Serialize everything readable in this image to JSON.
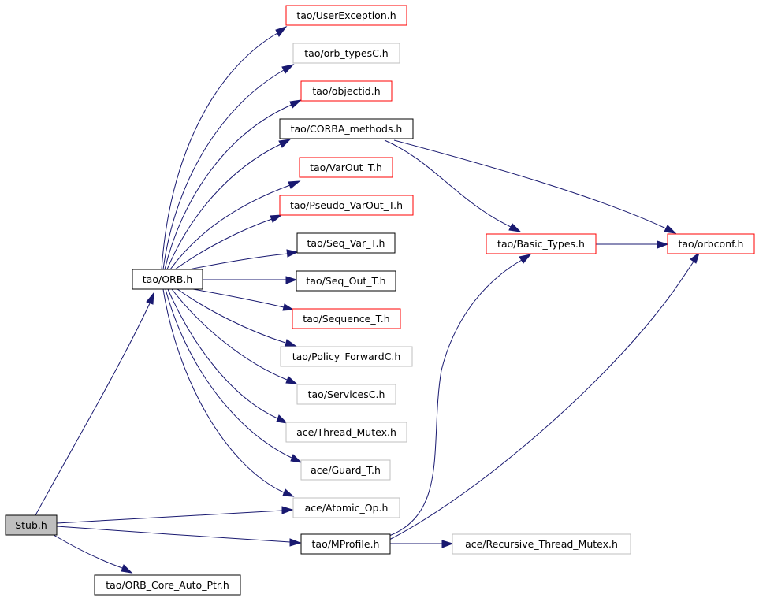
{
  "colors": {
    "edge": "#191970",
    "border_documented": "#000000",
    "border_truncated": "#ff0000",
    "border_undocumented": "#bfbfbf",
    "fill_root": "#bfbfbf",
    "fill_default": "#ffffff"
  },
  "nodes": {
    "stub": {
      "label": "Stub.h",
      "style": "root"
    },
    "orb": {
      "label": "tao/ORB.h",
      "style": "documented"
    },
    "orb_core_auto_ptr": {
      "label": "tao/ORB_Core_Auto_Ptr.h",
      "style": "documented"
    },
    "user_exception": {
      "label": "tao/UserException.h",
      "style": "truncated"
    },
    "orb_types": {
      "label": "tao/orb_typesC.h",
      "style": "undocumented"
    },
    "objectid": {
      "label": "tao/objectid.h",
      "style": "truncated"
    },
    "corba_methods": {
      "label": "tao/CORBA_methods.h",
      "style": "documented"
    },
    "varout": {
      "label": "tao/VarOut_T.h",
      "style": "truncated"
    },
    "pseudo_varout": {
      "label": "tao/Pseudo_VarOut_T.h",
      "style": "truncated"
    },
    "seq_var": {
      "label": "tao/Seq_Var_T.h",
      "style": "documented"
    },
    "seq_out": {
      "label": "tao/Seq_Out_T.h",
      "style": "documented"
    },
    "sequence": {
      "label": "tao/Sequence_T.h",
      "style": "truncated"
    },
    "policy_forward": {
      "label": "tao/Policy_ForwardC.h",
      "style": "undocumented"
    },
    "services": {
      "label": "tao/ServicesC.h",
      "style": "undocumented"
    },
    "thread_mutex": {
      "label": "ace/Thread_Mutex.h",
      "style": "undocumented"
    },
    "guard": {
      "label": "ace/Guard_T.h",
      "style": "undocumented"
    },
    "atomic_op": {
      "label": "ace/Atomic_Op.h",
      "style": "undocumented"
    },
    "mprofile": {
      "label": "tao/MProfile.h",
      "style": "documented"
    },
    "recursive_thread_mutex": {
      "label": "ace/Recursive_Thread_Mutex.h",
      "style": "undocumented"
    },
    "basic_types": {
      "label": "tao/Basic_Types.h",
      "style": "truncated"
    },
    "orbconf": {
      "label": "tao/orbconf.h",
      "style": "truncated"
    }
  },
  "edges": [
    {
      "from": "stub",
      "to": "orb"
    },
    {
      "from": "stub",
      "to": "atomic_op"
    },
    {
      "from": "stub",
      "to": "mprofile"
    },
    {
      "from": "stub",
      "to": "orb_core_auto_ptr"
    },
    {
      "from": "orb",
      "to": "user_exception"
    },
    {
      "from": "orb",
      "to": "orb_types"
    },
    {
      "from": "orb",
      "to": "objectid"
    },
    {
      "from": "orb",
      "to": "corba_methods"
    },
    {
      "from": "orb",
      "to": "varout"
    },
    {
      "from": "orb",
      "to": "pseudo_varout"
    },
    {
      "from": "orb",
      "to": "seq_var"
    },
    {
      "from": "orb",
      "to": "seq_out"
    },
    {
      "from": "orb",
      "to": "sequence"
    },
    {
      "from": "orb",
      "to": "policy_forward"
    },
    {
      "from": "orb",
      "to": "services"
    },
    {
      "from": "orb",
      "to": "thread_mutex"
    },
    {
      "from": "orb",
      "to": "guard"
    },
    {
      "from": "orb",
      "to": "atomic_op"
    },
    {
      "from": "corba_methods",
      "to": "basic_types"
    },
    {
      "from": "corba_methods",
      "to": "orbconf"
    },
    {
      "from": "basic_types",
      "to": "orbconf"
    },
    {
      "from": "mprofile",
      "to": "basic_types"
    },
    {
      "from": "mprofile",
      "to": "orbconf"
    },
    {
      "from": "mprofile",
      "to": "recursive_thread_mutex"
    }
  ]
}
